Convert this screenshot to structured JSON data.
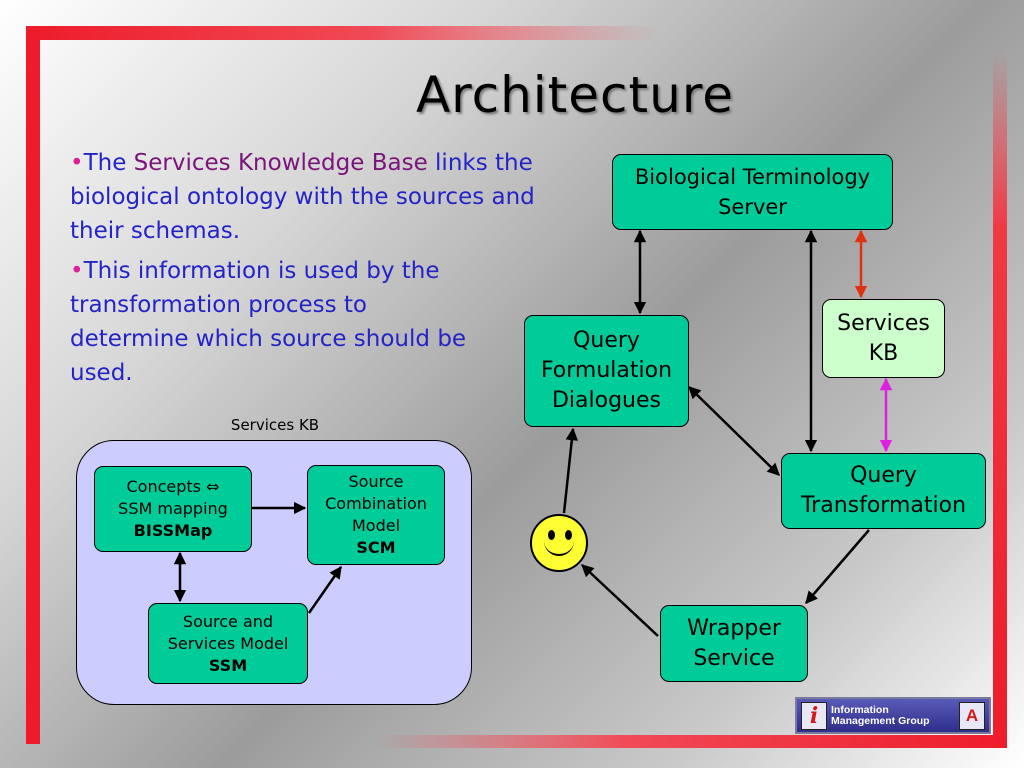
{
  "title": "Architecture",
  "bullets": [
    {
      "marker": "•",
      "parts": [
        "The ",
        "Services Knowledge Base",
        " links the biological ontology with the sources and their schemas."
      ]
    },
    {
      "marker": "•",
      "text": "This information is used by the transformation process to determine which source should be used."
    }
  ],
  "services_kb_panel": {
    "caption": "Services KB",
    "nodes": {
      "concepts": {
        "line1": "Concepts ⇔",
        "line2": "SSM mapping",
        "acronym": "BISSMap"
      },
      "scm": {
        "line1": "Source",
        "line2": "Combination",
        "line3": "Model",
        "acronym": "SCM"
      },
      "ssm": {
        "line1": "Source and",
        "line2": "Services Model",
        "acronym": "SSM"
      }
    }
  },
  "architecture": {
    "nodes": {
      "bts": {
        "line1": "Biological Terminology",
        "line2": "Server"
      },
      "services_kb": {
        "line1": "Services",
        "line2": "KB"
      },
      "qfd": {
        "line1": "Query",
        "line2": "Formulation",
        "line3": "Dialogues"
      },
      "qt": {
        "line1": "Query",
        "line2": "Transformation"
      },
      "wrapper": {
        "line1": "Wrapper",
        "line2": "Service"
      }
    },
    "arrow_colors": {
      "default": "#000000",
      "bts_kb": "#e03010",
      "kb_qt": "#e020e0"
    }
  },
  "logo": {
    "icon": "info-i-icon",
    "line1": "Information",
    "line2": "Management Group",
    "mark": "A"
  },
  "colors": {
    "node_fill": "#00cc99",
    "kb_node_fill": "#ccffcc",
    "panel_fill": "#ccccff",
    "frame_red": "#ee1c2a",
    "bullet_text": "#2323c8",
    "kb_term": "#7a137a",
    "bullet_marker": "#e0209a",
    "smiley_fill": "#ffff33"
  }
}
